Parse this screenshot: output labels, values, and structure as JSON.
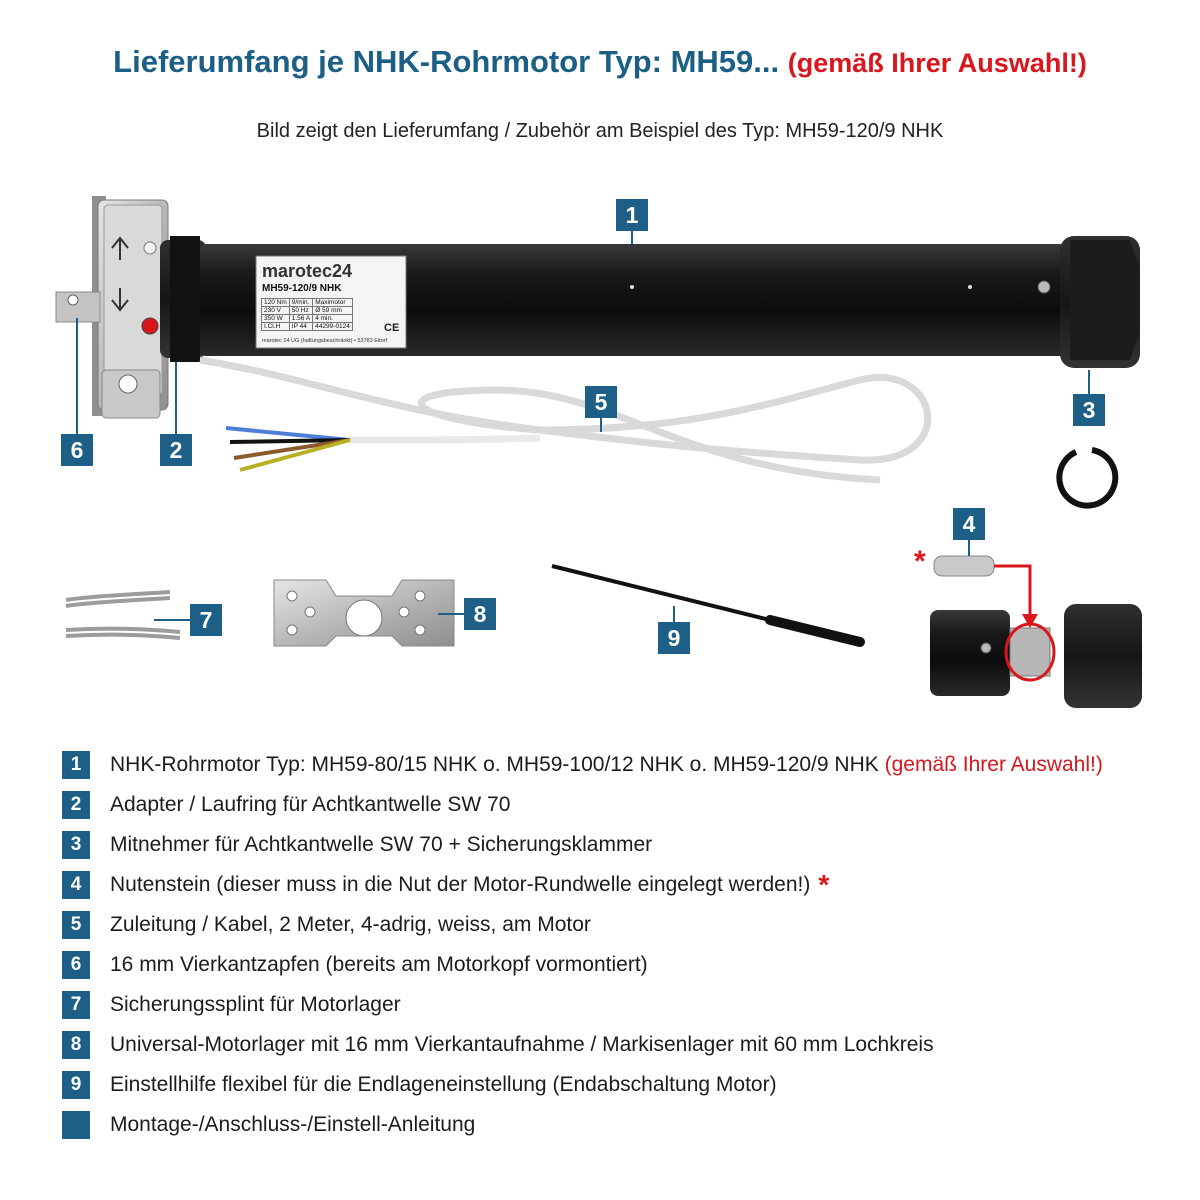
{
  "header": {
    "title_main": "Lieferumfang je NHK-Rohrmotor Typ: MH59...",
    "title_note": "(gemäß Ihrer Auswahl!)",
    "subtitle": "Bild zeigt den Lieferumfang / Zubehör am Beispiel des Typ: MH59-120/9 NHK"
  },
  "label_plate": {
    "brand": "marotec24",
    "model": "MH59-120/9 NHK",
    "specs": [
      [
        "120 Nm",
        "9/min.",
        "Maximotor"
      ],
      [
        "230 V",
        "50 Hz",
        "Ø 59 mm"
      ],
      [
        "350 W",
        "1.56 A",
        "4 min."
      ],
      [
        "I.Cl.H",
        "IP 44",
        "44299-0124"
      ]
    ],
    "footer": "marotec 24 UG (haftungsbeschränkt) • 53783 Eitorf",
    "ce": "CE"
  },
  "callouts": [
    "1",
    "2",
    "3",
    "4",
    "5",
    "6",
    "7",
    "8",
    "9"
  ],
  "star": "*",
  "legend": [
    {
      "num": "1",
      "text": "NHK-Rohrmotor Typ: MH59-80/15 NHK o. MH59-100/12 NHK o. MH59-120/9 NHK",
      "note": "(gemäß Ihrer Auswahl!)"
    },
    {
      "num": "2",
      "text": "Adapter / Laufring für Achtkantwelle SW 70"
    },
    {
      "num": "3",
      "text": "Mitnehmer für Achtkantwelle SW 70 + Sicherungsklammer"
    },
    {
      "num": "4",
      "text": "Nutenstein (dieser muss in die Nut der Motor-Rundwelle eingelegt werden!)",
      "star": "*"
    },
    {
      "num": "5",
      "text": "Zuleitung / Kabel, 2 Meter, 4-adrig, weiss, am Motor"
    },
    {
      "num": "6",
      "text": "16 mm Vierkantzapfen (bereits am Motorkopf vormontiert)"
    },
    {
      "num": "7",
      "text": "Sicherungssplint für Motorlager"
    },
    {
      "num": "8",
      "text": "Universal-Motorlager mit 16 mm Vierkantaufnahme / Markisenlager mit 60 mm Lochkreis"
    },
    {
      "num": "9",
      "text": "Einstellhilfe flexibel für die Endlageneinstellung (Endabschaltung Motor)"
    },
    {
      "num": "",
      "text": "Montage-/Anschluss-/Einstell-Anleitung"
    }
  ],
  "colors": {
    "accent": "#1d5f86",
    "title": "#1b5e86",
    "highlight": "#d8161b"
  }
}
